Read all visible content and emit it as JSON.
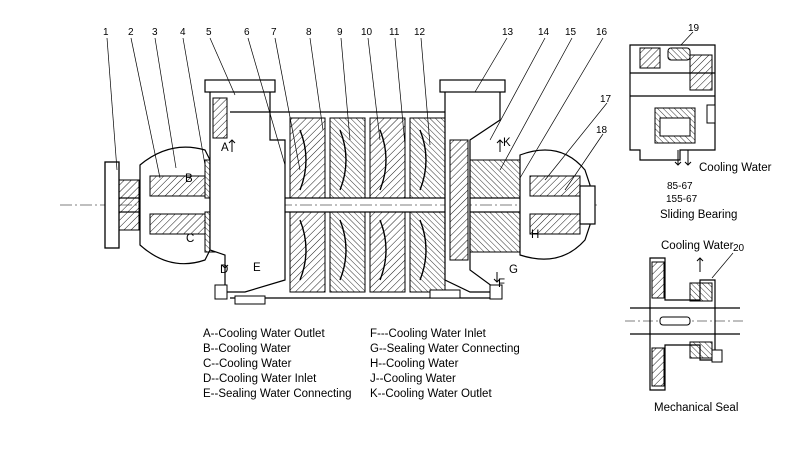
{
  "callouts": [
    "1",
    "2",
    "3",
    "4",
    "5",
    "6",
    "7",
    "8",
    "9",
    "10",
    "11",
    "12",
    "13",
    "14",
    "15",
    "16",
    "17",
    "18",
    "19",
    "20"
  ],
  "port_letters": [
    "A",
    "B",
    "C",
    "D",
    "E",
    "F",
    "G",
    "H",
    "K"
  ],
  "legend_left": [
    "A--Cooling Water Outlet",
    "B--Cooling Water",
    "C--Cooling Water",
    "D--Cooling Water Inlet",
    "E--Sealing Water Connecting"
  ],
  "legend_right": [
    "F---Cooling Water Inlet",
    "G--Sealing Water Connecting",
    "H--Cooling Water",
    "J--Cooling Water",
    "K--Cooling Water Outlet"
  ],
  "bearing_detail": {
    "cooling_label": "Cooling Water",
    "dim_1": "85-67",
    "dim_2": "155-67",
    "caption": "Sliding Bearing"
  },
  "seal_detail": {
    "cooling_label": "Cooling Water",
    "caption": "Mechanical Seal"
  }
}
